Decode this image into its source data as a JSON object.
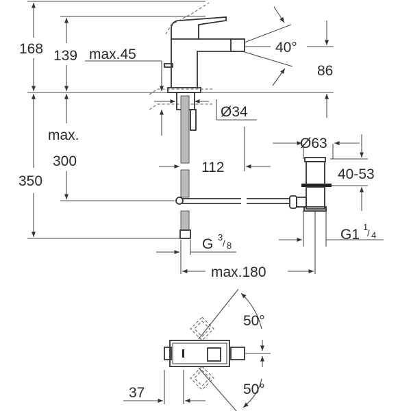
{
  "title": "Bidet mixer dimension drawing",
  "dimensions": {
    "total_height": "168",
    "spout_height": "139",
    "deck_thickness": "max.45",
    "spout_angle": "40°",
    "spout_outlet_height": "86",
    "hole_diameter": "Ø34",
    "hose_length_label": "max.",
    "hose_length_value": "300",
    "below_deck": "350",
    "spout_reach": "112",
    "waste_diameter": "Ø63",
    "waste_range": "40-53",
    "waste_thread_main": "G1",
    "waste_thread_frac_num": "1",
    "waste_thread_frac_den": "4",
    "supply_thread_main": "G",
    "supply_thread_frac_num": "3",
    "supply_thread_frac_den": "8",
    "max_distance": "max.180",
    "rotation_up": "50°",
    "rotation_down": "50°",
    "lever_offset": "37"
  }
}
